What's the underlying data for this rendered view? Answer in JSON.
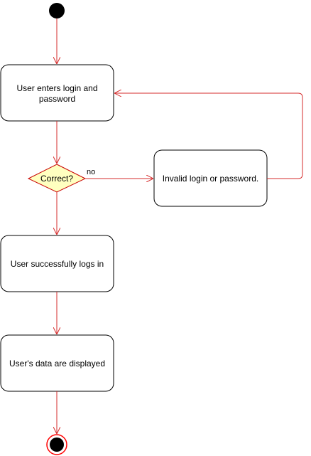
{
  "diagram": {
    "type": "uml-activity",
    "colors": {
      "edge": "#d52b2b",
      "node_border": "#000000",
      "node_fill": "#ffffff",
      "decision_fill": "#ffffc0",
      "decision_border": "#c80000",
      "start_fill": "#000000",
      "end_ring": "#ff0000"
    },
    "nodes": {
      "start": {
        "kind": "initial"
      },
      "enter_credentials": {
        "kind": "action",
        "line1": "User enters login and",
        "line2": "password"
      },
      "decision": {
        "kind": "decision",
        "label": "Correct?"
      },
      "invalid": {
        "kind": "action",
        "label": "Invalid login or password."
      },
      "success": {
        "kind": "action",
        "label": "User successfully logs in"
      },
      "display": {
        "kind": "action",
        "label": "User's data are displayed"
      },
      "end": {
        "kind": "final"
      }
    },
    "edges": {
      "no_label": "no"
    }
  }
}
